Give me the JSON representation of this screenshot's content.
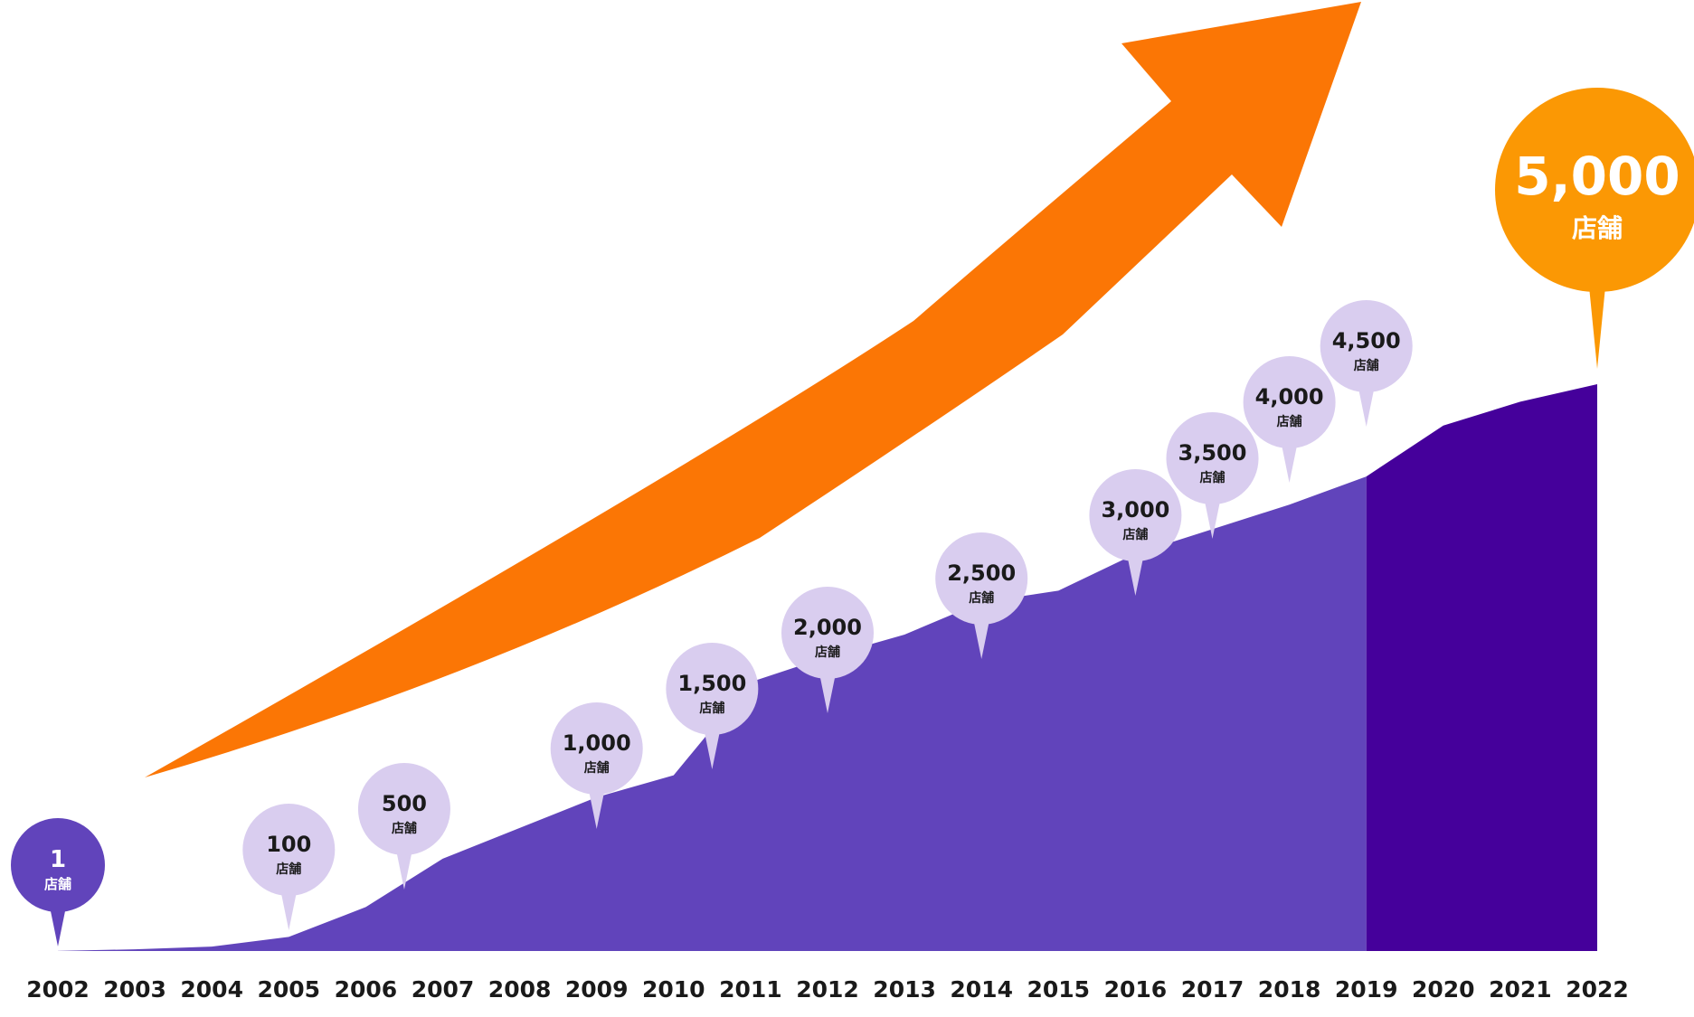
{
  "chart_data": {
    "type": "area",
    "title": "",
    "xlabel": "",
    "ylabel": "",
    "x": [
      "2002",
      "2003",
      "2004",
      "2005",
      "2006",
      "2007",
      "2008",
      "2009",
      "2010",
      "2011",
      "2012",
      "2013",
      "2014",
      "2015",
      "2016",
      "2017",
      "2018",
      "2019",
      "2020",
      "2021",
      "2022"
    ],
    "values": [
      1,
      20,
      50,
      160,
      500,
      1050,
      1400,
      1750,
      2000,
      3060,
      3350,
      3600,
      3970,
      4100,
      4520,
      4800,
      5080,
      5400,
      5980,
      6250,
      6450
    ],
    "ylim": [
      0,
      6800
    ],
    "highlight_from": "2019",
    "milestones": [
      {
        "year": "2002",
        "value": "1",
        "unit": "店舗",
        "style": "start"
      },
      {
        "year": "2005",
        "value": "100",
        "unit": "店舗",
        "style": "normal"
      },
      {
        "year": "2006.5",
        "value": "500",
        "unit": "店舗",
        "style": "normal"
      },
      {
        "year": "2009",
        "value": "1,000",
        "unit": "店舗",
        "style": "normal"
      },
      {
        "year": "2010.5",
        "value": "1,500",
        "unit": "店舗",
        "style": "normal"
      },
      {
        "year": "2012",
        "value": "2,000",
        "unit": "店舗",
        "style": "normal"
      },
      {
        "year": "2014",
        "value": "2,500",
        "unit": "店舗",
        "style": "normal"
      },
      {
        "year": "2016",
        "value": "3,000",
        "unit": "店舗",
        "style": "normal"
      },
      {
        "year": "2017",
        "value": "3,500",
        "unit": "店舗",
        "style": "normal"
      },
      {
        "year": "2018",
        "value": "4,000",
        "unit": "店舗",
        "style": "normal"
      },
      {
        "year": "2019",
        "value": "4,500",
        "unit": "店舗",
        "style": "normal"
      },
      {
        "year": "2022",
        "value": "5,000",
        "unit": "店舗",
        "style": "goal"
      }
    ],
    "colors": {
      "area": "#6144bb",
      "area_highlight": "#45009b",
      "arrow": "#fb7605",
      "bubble": "#d9cdef",
      "bubble_start": "#6144bb",
      "bubble_goal": "#fb9804",
      "label": "#1a1a1a"
    }
  }
}
